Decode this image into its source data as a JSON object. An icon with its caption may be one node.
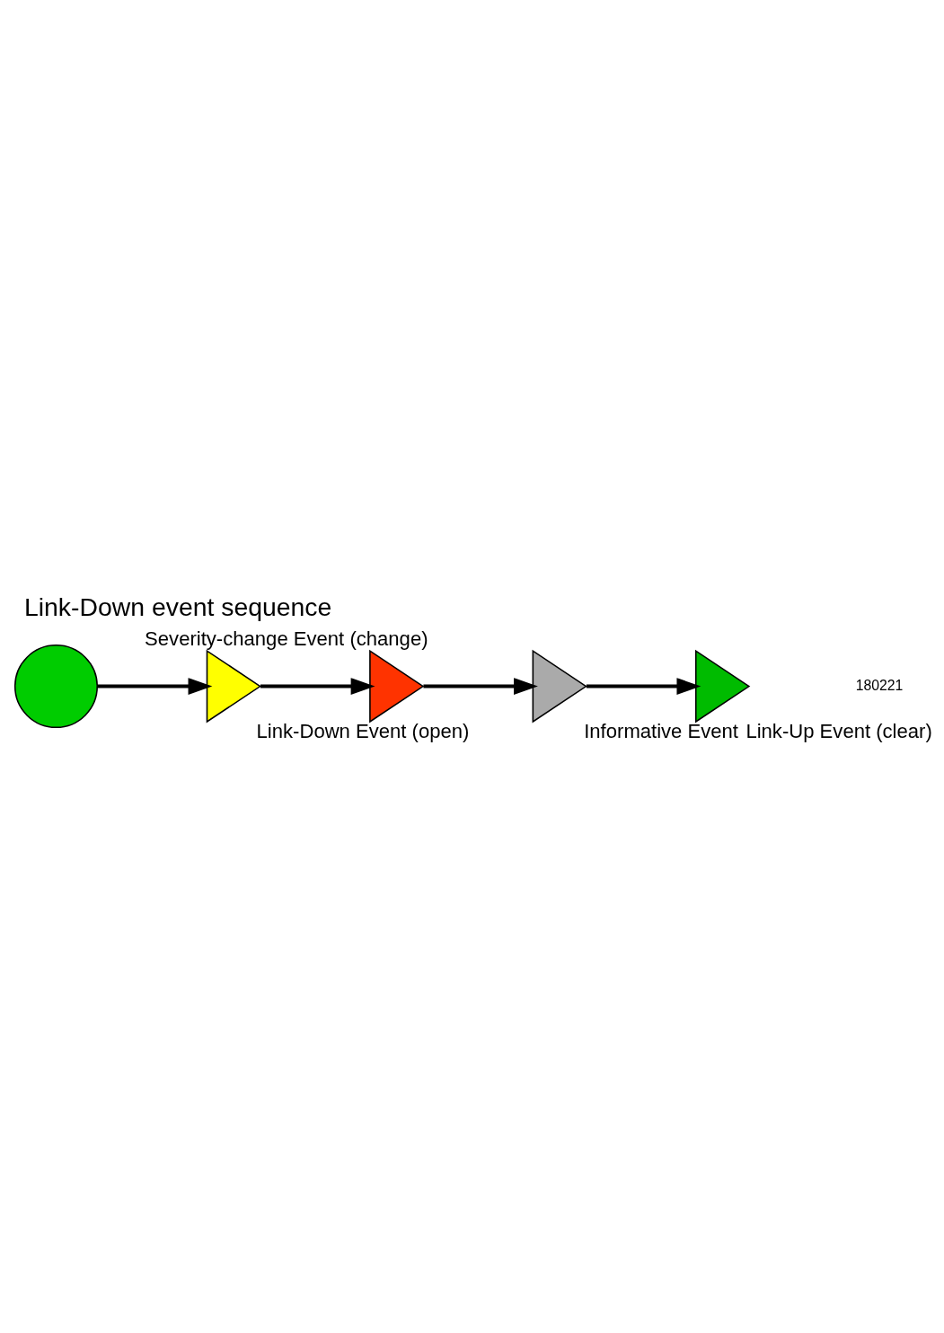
{
  "diagram": {
    "title": "Link-Down event sequence",
    "nodes": [
      {
        "text": [],
        "shape": "circle"
      },
      {
        "text": [],
        "shape": "triangle",
        "beside": [
          "Link-Down Event (open)"
        ]
      },
      {
        "text": [],
        "shape": "triangle",
        "beside": [
          "Severity-change Event (change)"
        ]
      },
      {
        "text": [],
        "shape": "triangle",
        "beside": [
          "Informative Event"
        ]
      },
      {
        "text": [],
        "shape": "triangle",
        "beside": [
          "Link-Up Event (clear)"
        ]
      }
    ],
    "edges": [
      {
        "from": 0,
        "to": 1,
        "arrow": "to"
      },
      {
        "from": 1,
        "to": 2,
        "arrow": "to"
      },
      {
        "from": 2,
        "to": 3,
        "arrow": "to"
      },
      {
        "from": 3,
        "to": 4,
        "arrow": "to"
      }
    ],
    "labels": [
      "180221"
    ]
  }
}
